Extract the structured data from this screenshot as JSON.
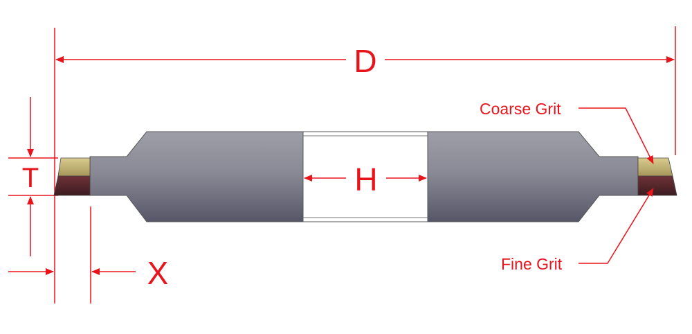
{
  "labels": {
    "D": "D",
    "H": "H",
    "T": "T",
    "X": "X",
    "coarse_grit": "Coarse Grit",
    "fine_grit": "Fine Grit"
  },
  "colors": {
    "dimension_red": "#e8141c",
    "body_gray": "#8e8e9a",
    "coarse_grit": "#c9b87a",
    "fine_grit": "#5a2a2e"
  }
}
